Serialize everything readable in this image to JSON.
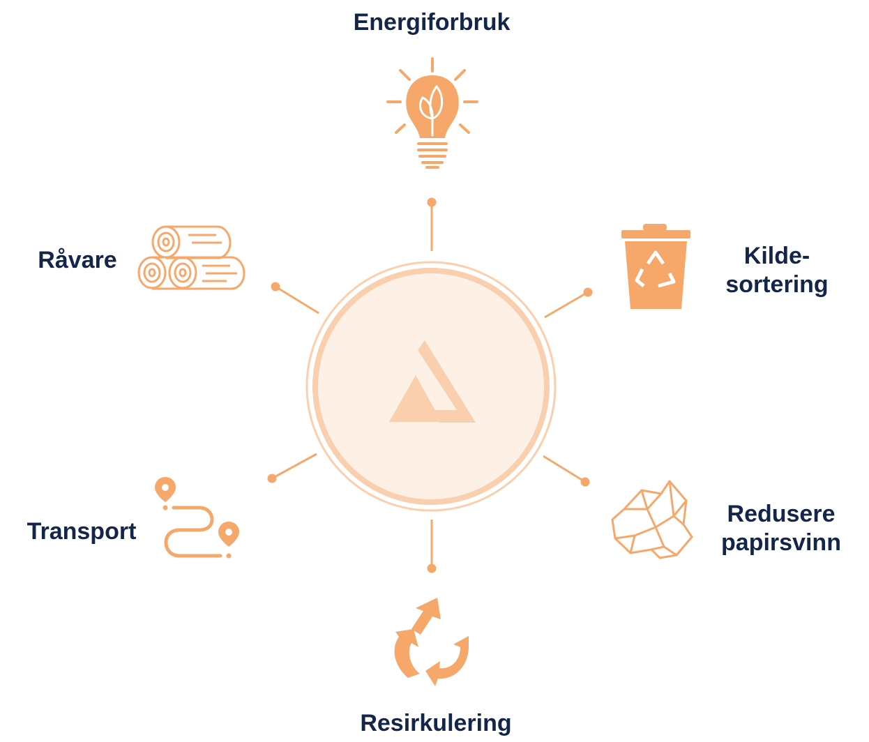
{
  "colors": {
    "accent": "#f5a86a",
    "accent_light": "#f9cfae",
    "center_fill": "#fdf1e6",
    "text": "#14254a"
  },
  "center": {
    "logo_icon": "triangle-a-logo"
  },
  "nodes": [
    {
      "id": "energi",
      "lines": [
        "Energiforbruk"
      ],
      "icon": "lightbulb-leaf-icon"
    },
    {
      "id": "kilde",
      "lines": [
        "Kilde-",
        "sortering"
      ],
      "icon": "recycle-bin-icon"
    },
    {
      "id": "redusere",
      "lines": [
        "Redusere",
        "papirsvinn"
      ],
      "icon": "crumpled-paper-icon"
    },
    {
      "id": "resirk",
      "lines": [
        "Resirkulering"
      ],
      "icon": "recycle-arrows-icon"
    },
    {
      "id": "transport",
      "lines": [
        "Transport"
      ],
      "icon": "route-pins-icon"
    },
    {
      "id": "ravare",
      "lines": [
        "Råvare"
      ],
      "icon": "timber-logs-icon"
    }
  ]
}
